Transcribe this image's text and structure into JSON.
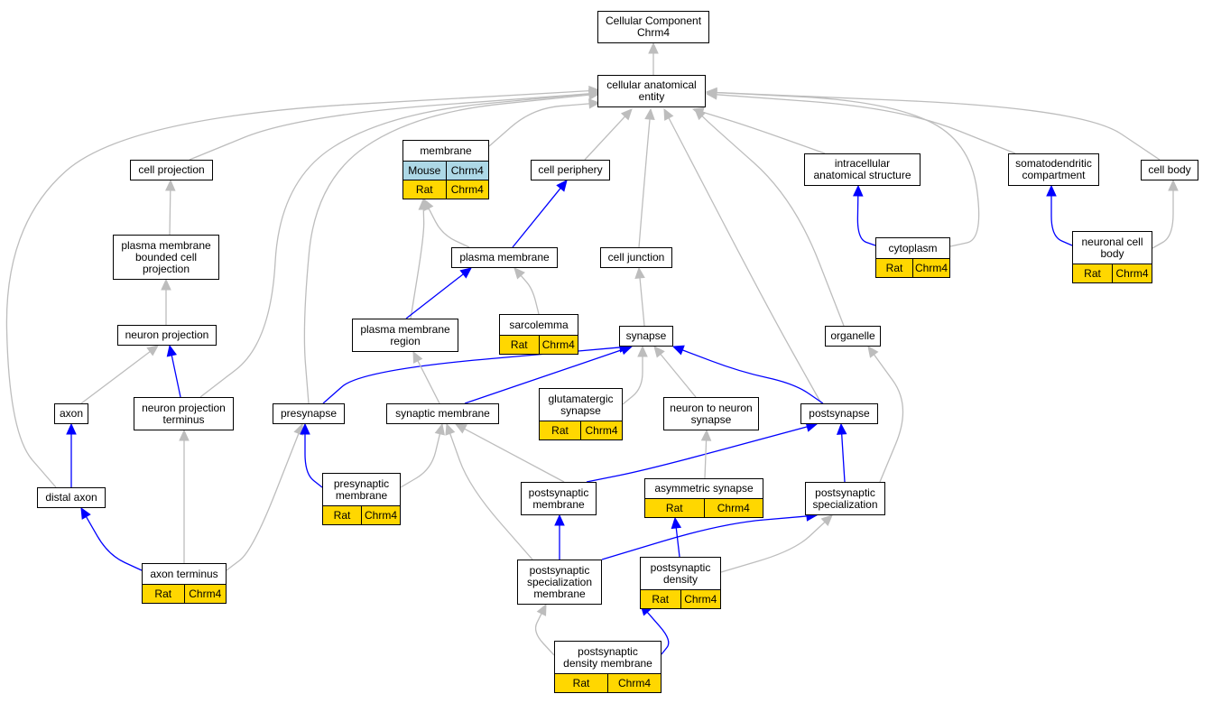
{
  "colors": {
    "is_a": "#bdbdbd",
    "part_of": "#0000ff",
    "rat": "#ffd700",
    "mouse": "#add8e6"
  },
  "nodes": [
    {
      "id": "root",
      "label": "Cellular Component\nChrm4"
    },
    {
      "id": "cae",
      "label": "cellular anatomical\nentity"
    },
    {
      "id": "membrane",
      "label": "membrane",
      "rows": [
        [
          "Mouse",
          "Chrm4"
        ],
        [
          "Rat",
          "Chrm4"
        ]
      ]
    },
    {
      "id": "cellproj",
      "label": "cell projection"
    },
    {
      "id": "cellperiph",
      "label": "cell periphery"
    },
    {
      "id": "intracell",
      "label": "intracellular\nanatomical structure"
    },
    {
      "id": "somato",
      "label": "somatodendritic\ncompartment"
    },
    {
      "id": "cellbody",
      "label": "cell body"
    },
    {
      "id": "pmbcp",
      "label": "plasma membrane\nbounded cell\nprojection"
    },
    {
      "id": "pm",
      "label": "plasma membrane"
    },
    {
      "id": "celljunc",
      "label": "cell junction"
    },
    {
      "id": "cytoplasm",
      "label": "cytoplasm",
      "rows": [
        [
          "Rat",
          "Chrm4"
        ]
      ]
    },
    {
      "id": "ncb",
      "label": "neuronal cell\nbody",
      "rows": [
        [
          "Rat",
          "Chrm4"
        ]
      ]
    },
    {
      "id": "neuronproj",
      "label": "neuron projection"
    },
    {
      "id": "pmregion",
      "label": "plasma membrane\nregion"
    },
    {
      "id": "sarcolemma",
      "label": "sarcolemma",
      "rows": [
        [
          "Rat",
          "Chrm4"
        ]
      ]
    },
    {
      "id": "synapse",
      "label": "synapse"
    },
    {
      "id": "organelle",
      "label": "organelle"
    },
    {
      "id": "axon",
      "label": "axon"
    },
    {
      "id": "npt",
      "label": "neuron projection\nterminus"
    },
    {
      "id": "presynapse",
      "label": "presynapse"
    },
    {
      "id": "synmem",
      "label": "synaptic membrane"
    },
    {
      "id": "glusyn",
      "label": "glutamatergic\nsynapse",
      "rows": [
        [
          "Rat",
          "Chrm4"
        ]
      ]
    },
    {
      "id": "n2n",
      "label": "neuron to neuron\nsynapse"
    },
    {
      "id": "postsynapse",
      "label": "postsynapse"
    },
    {
      "id": "presynmem",
      "label": "presynaptic\nmembrane",
      "rows": [
        [
          "Rat",
          "Chrm4"
        ]
      ]
    },
    {
      "id": "postsynmem",
      "label": "postsynaptic\nmembrane"
    },
    {
      "id": "asymsyn",
      "label": "asymmetric synapse",
      "rows": [
        [
          "Rat",
          "Chrm4"
        ]
      ]
    },
    {
      "id": "postsynspec",
      "label": "postsynaptic\nspecialization"
    },
    {
      "id": "distalaxon",
      "label": "distal axon"
    },
    {
      "id": "axonterm",
      "label": "axon terminus",
      "rows": [
        [
          "Rat",
          "Chrm4"
        ]
      ]
    },
    {
      "id": "pssm",
      "label": "postsynaptic\nspecialization\nmembrane"
    },
    {
      "id": "psd",
      "label": "postsynaptic\ndensity",
      "rows": [
        [
          "Rat",
          "Chrm4"
        ]
      ]
    },
    {
      "id": "psdm",
      "label": "postsynaptic\ndensity membrane",
      "rows": [
        [
          "Rat",
          "Chrm4"
        ]
      ]
    }
  ],
  "edges": [
    {
      "from": "cae",
      "to": "root",
      "type": "is_a"
    },
    {
      "from": "membrane",
      "to": "cae",
      "type": "is_a"
    },
    {
      "from": "cellproj",
      "to": "cae",
      "type": "is_a"
    },
    {
      "from": "cellperiph",
      "to": "cae",
      "type": "is_a"
    },
    {
      "from": "intracell",
      "to": "cae",
      "type": "is_a"
    },
    {
      "from": "somato",
      "to": "cae",
      "type": "is_a"
    },
    {
      "from": "cellbody",
      "to": "cae",
      "type": "is_a"
    },
    {
      "from": "celljunc",
      "to": "cae",
      "type": "is_a"
    },
    {
      "from": "cytoplasm",
      "to": "cae",
      "type": "is_a"
    },
    {
      "from": "npt",
      "to": "cae",
      "type": "is_a"
    },
    {
      "from": "presynapse",
      "to": "cae",
      "type": "is_a"
    },
    {
      "from": "distalaxon",
      "to": "cae",
      "type": "is_a"
    },
    {
      "from": "postsynapse",
      "to": "cae",
      "type": "is_a"
    },
    {
      "from": "organelle",
      "to": "cae",
      "type": "is_a"
    },
    {
      "from": "pmbcp",
      "to": "cellproj",
      "type": "is_a"
    },
    {
      "from": "pm",
      "to": "membrane",
      "type": "is_a"
    },
    {
      "from": "pmregion",
      "to": "membrane",
      "type": "is_a"
    },
    {
      "from": "pm",
      "to": "cellperiph",
      "type": "part_of"
    },
    {
      "from": "cytoplasm",
      "to": "intracell",
      "type": "part_of"
    },
    {
      "from": "ncb",
      "to": "somato",
      "type": "part_of"
    },
    {
      "from": "ncb",
      "to": "cellbody",
      "type": "is_a"
    },
    {
      "from": "neuronproj",
      "to": "pmbcp",
      "type": "is_a"
    },
    {
      "from": "pmregion",
      "to": "pm",
      "type": "part_of"
    },
    {
      "from": "sarcolemma",
      "to": "pm",
      "type": "is_a"
    },
    {
      "from": "synapse",
      "to": "celljunc",
      "type": "is_a"
    },
    {
      "from": "axon",
      "to": "neuronproj",
      "type": "is_a"
    },
    {
      "from": "npt",
      "to": "neuronproj",
      "type": "part_of"
    },
    {
      "from": "presynapse",
      "to": "synapse",
      "type": "part_of"
    },
    {
      "from": "synmem",
      "to": "synapse",
      "type": "part_of"
    },
    {
      "from": "glusyn",
      "to": "synapse",
      "type": "is_a"
    },
    {
      "from": "n2n",
      "to": "synapse",
      "type": "is_a"
    },
    {
      "from": "postsynapse",
      "to": "synapse",
      "type": "part_of"
    },
    {
      "from": "synmem",
      "to": "pmregion",
      "type": "is_a"
    },
    {
      "from": "distalaxon",
      "to": "axon",
      "type": "part_of"
    },
    {
      "from": "axonterm",
      "to": "npt",
      "type": "is_a"
    },
    {
      "from": "axonterm",
      "to": "presynapse",
      "type": "is_a"
    },
    {
      "from": "presynmem",
      "to": "presynapse",
      "type": "part_of"
    },
    {
      "from": "presynmem",
      "to": "synmem",
      "type": "is_a"
    },
    {
      "from": "postsynmem",
      "to": "synmem",
      "type": "is_a"
    },
    {
      "from": "pssm",
      "to": "synmem",
      "type": "is_a"
    },
    {
      "from": "postsynmem",
      "to": "postsynapse",
      "type": "part_of"
    },
    {
      "from": "postsynspec",
      "to": "postsynapse",
      "type": "part_of"
    },
    {
      "from": "postsynspec",
      "to": "organelle",
      "type": "is_a"
    },
    {
      "from": "asymsyn",
      "to": "n2n",
      "type": "is_a"
    },
    {
      "from": "axonterm",
      "to": "distalaxon",
      "type": "part_of"
    },
    {
      "from": "pssm",
      "to": "postsynmem",
      "type": "part_of"
    },
    {
      "from": "pssm",
      "to": "postsynspec",
      "type": "part_of"
    },
    {
      "from": "psd",
      "to": "asymsyn",
      "type": "part_of"
    },
    {
      "from": "psd",
      "to": "postsynspec",
      "type": "is_a"
    },
    {
      "from": "psdm",
      "to": "pssm",
      "type": "is_a"
    },
    {
      "from": "psdm",
      "to": "psd",
      "type": "part_of"
    }
  ]
}
